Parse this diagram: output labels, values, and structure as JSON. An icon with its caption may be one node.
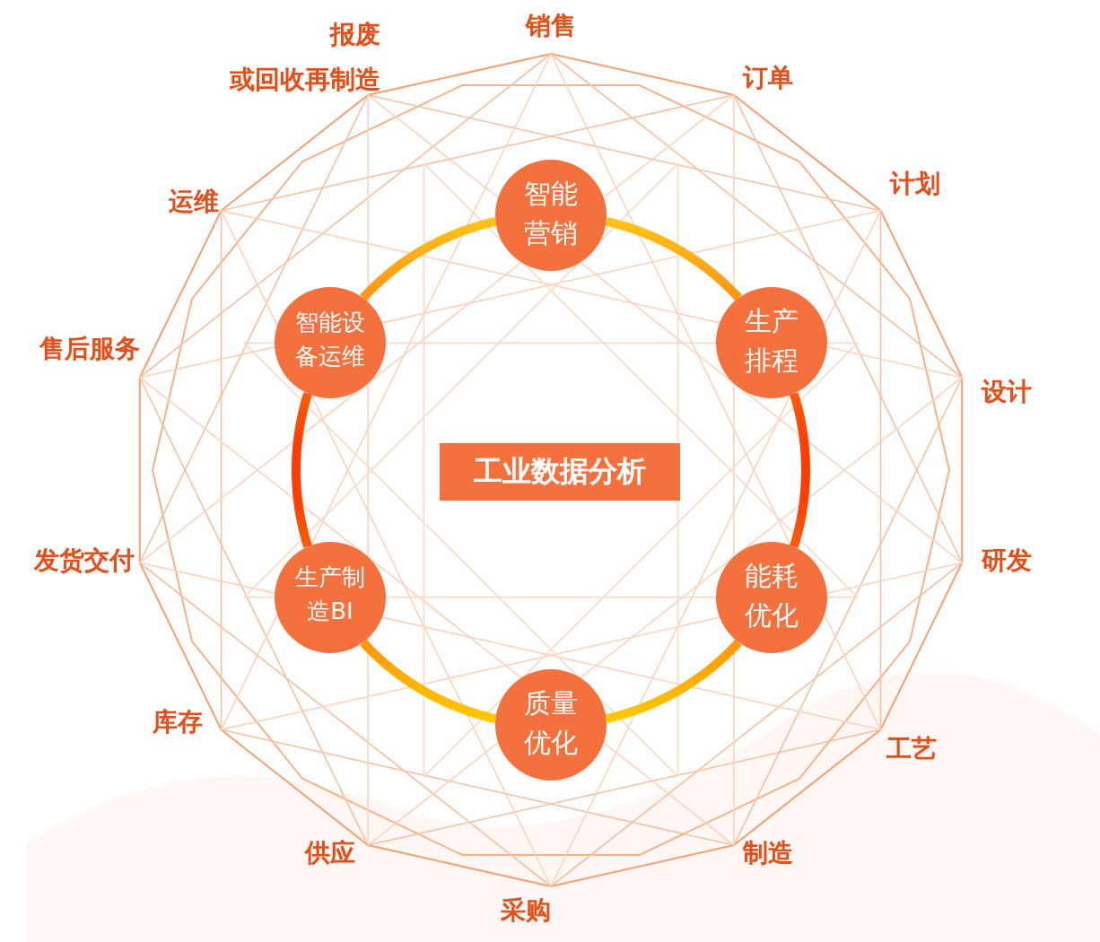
{
  "diagram": {
    "nodes": [
      {
        "text": [
          "工业数据分析"
        ]
      },
      {
        "text": [
          "智能营销"
        ]
      },
      {
        "text": [
          "生产排程"
        ]
      },
      {
        "text": [
          "能耗优化"
        ]
      },
      {
        "text": [
          "质量优化"
        ]
      },
      {
        "text": [
          "生产制造BI"
        ]
      },
      {
        "text": [
          "智能设备运维"
        ]
      }
    ],
    "edges": [
      {
        "from": 1,
        "to": 2,
        "arrow": "none"
      },
      {
        "from": 2,
        "to": 3,
        "arrow": "none"
      },
      {
        "from": 3,
        "to": 4,
        "arrow": "none"
      },
      {
        "from": 4,
        "to": 5,
        "arrow": "none"
      },
      {
        "from": 5,
        "to": 6,
        "arrow": "none"
      },
      {
        "from": 6,
        "to": 1,
        "arrow": "none"
      }
    ],
    "labels": [
      "报废",
      "销售",
      "或回收再制造",
      "订单",
      "计划",
      "运维",
      "售后服务",
      "设计",
      "发货交付",
      "研发",
      "库存",
      "工艺",
      "供应",
      "制造",
      "采购"
    ]
  }
}
